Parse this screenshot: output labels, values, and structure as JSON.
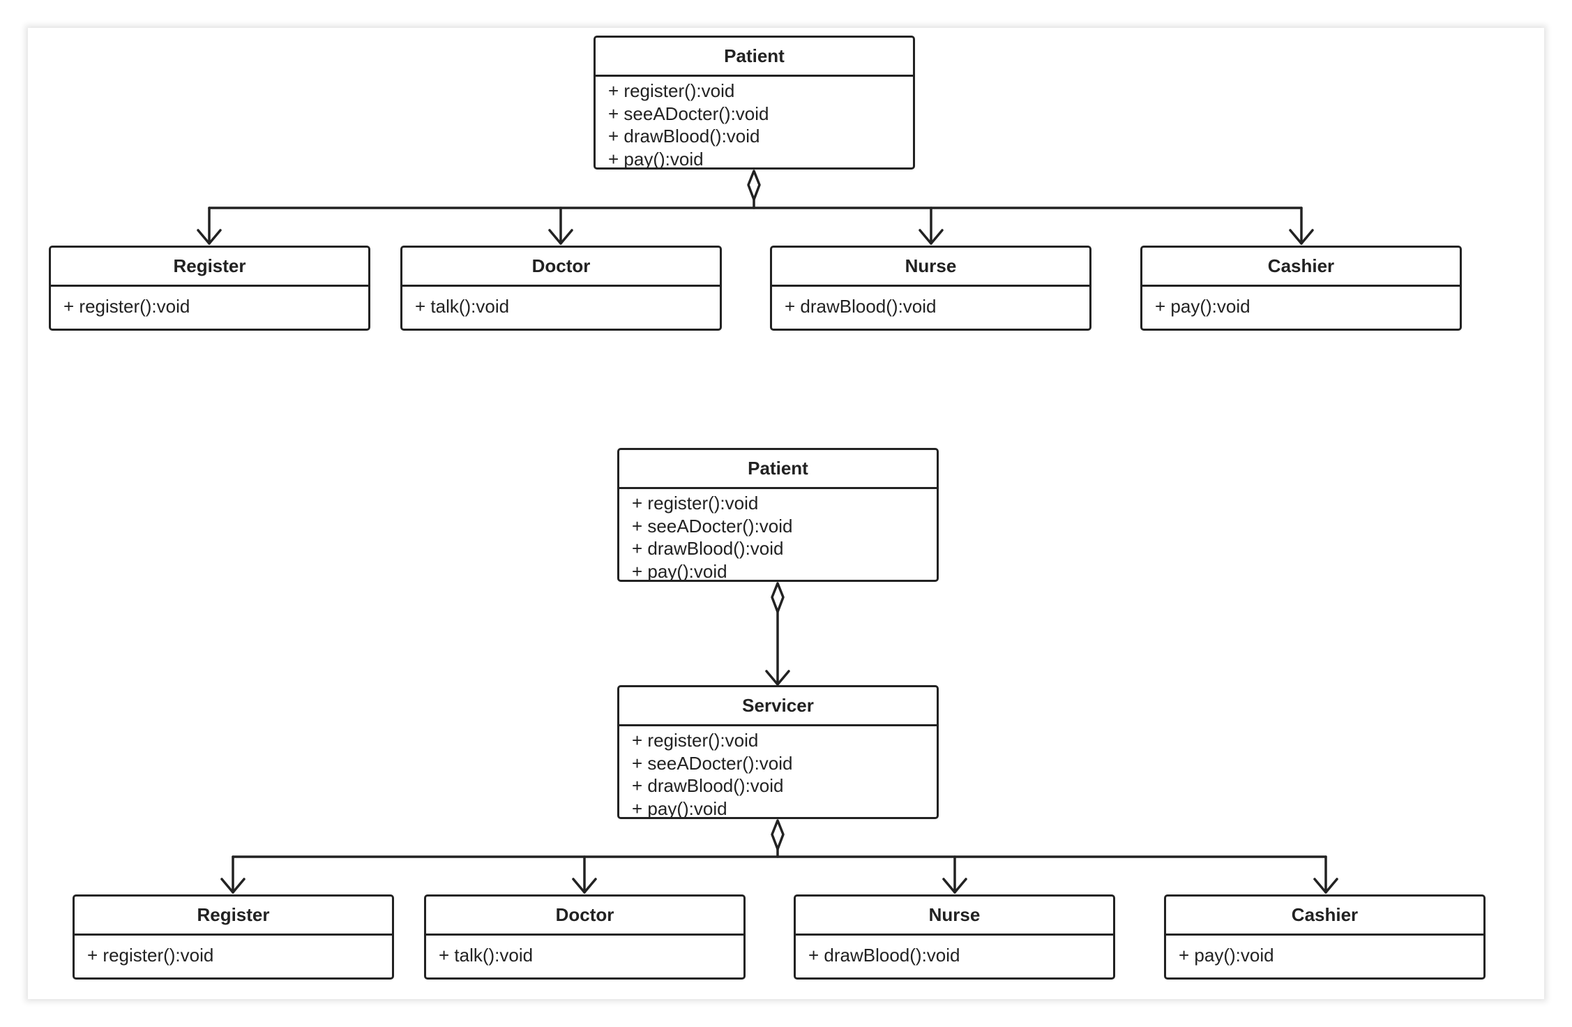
{
  "colors": {
    "stroke": "#222222",
    "background": "#ffffff"
  },
  "diagram1": {
    "patient": {
      "name": "Patient",
      "methods": [
        "+ register():void",
        "+ seeADocter():void",
        "+ drawBlood():void",
        "+ pay():void"
      ]
    },
    "register": {
      "name": "Register",
      "methods": [
        "+ register():void"
      ]
    },
    "doctor": {
      "name": "Doctor",
      "methods": [
        "+ talk():void"
      ]
    },
    "nurse": {
      "name": "Nurse",
      "methods": [
        "+ drawBlood():void"
      ]
    },
    "cashier": {
      "name": "Cashier",
      "methods": [
        "+ pay():void"
      ]
    }
  },
  "diagram2": {
    "patient": {
      "name": "Patient",
      "methods": [
        "+ register():void",
        "+ seeADocter():void",
        "+ drawBlood():void",
        "+ pay():void"
      ]
    },
    "servicer": {
      "name": "Servicer",
      "methods": [
        "+ register():void",
        "+ seeADocter():void",
        "+ drawBlood():void",
        "+ pay():void"
      ]
    },
    "register": {
      "name": "Register",
      "methods": [
        "+ register():void"
      ]
    },
    "doctor": {
      "name": "Doctor",
      "methods": [
        "+ talk():void"
      ]
    },
    "nurse": {
      "name": "Nurse",
      "methods": [
        "+ drawBlood():void"
      ]
    },
    "cashier": {
      "name": "Cashier",
      "methods": [
        "+ pay():void"
      ]
    }
  }
}
